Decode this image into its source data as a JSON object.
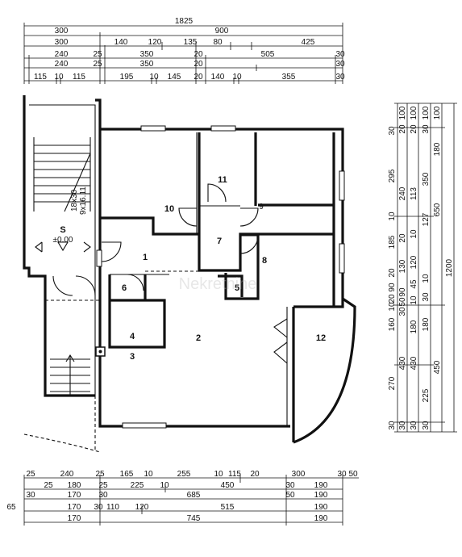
{
  "dimensions_top": {
    "row1": [
      "1825"
    ],
    "row2": [
      "300",
      "900"
    ],
    "row3": [
      "300",
      "140",
      "120",
      "135",
      "80",
      "425"
    ],
    "row4": [
      "240",
      "25",
      "350",
      "20",
      "505",
      "30"
    ],
    "row5": [
      "240",
      "25",
      "350",
      "20",
      "30"
    ],
    "row6": [
      "115",
      "10",
      "115",
      "195",
      "10",
      "145",
      "20",
      "140",
      "10",
      "355",
      "30"
    ]
  },
  "dimensions_bottom": {
    "row1": [
      "25",
      "240",
      "25",
      "165",
      "10",
      "255",
      "10",
      "115",
      "20",
      "300",
      "30",
      "50"
    ],
    "row2": [
      "25",
      "180",
      "25",
      "225",
      "10",
      "450",
      "30",
      "190"
    ],
    "row3": [
      "30",
      "170",
      "30",
      "685",
      "50",
      "190"
    ],
    "row4": [
      "65",
      "170",
      "30",
      "110",
      "120",
      "515",
      "190"
    ],
    "row5": [
      "170",
      "745",
      "190"
    ]
  },
  "dimensions_right": {
    "col1": [
      "30",
      "295",
      "10",
      "185",
      "20",
      "90",
      "20",
      "10",
      "160",
      "270",
      "30"
    ],
    "col2": [
      "100",
      "20",
      "240",
      "20",
      "130",
      "90",
      "50",
      "30",
      "430",
      "30"
    ],
    "col3": [
      "100",
      "20",
      "113",
      "10",
      "120",
      "45",
      "10",
      "180",
      "430",
      "30"
    ],
    "col4": [
      "100",
      "30",
      "350",
      "127",
      "10",
      "30",
      "180",
      "225",
      "30"
    ],
    "col5": [
      "100",
      "180",
      "650",
      "450"
    ],
    "col6": [
      "1200"
    ]
  },
  "rooms": {
    "r1": "1",
    "r2": "2",
    "r3": "3",
    "r4": "4",
    "r5": "5",
    "r6": "6",
    "r7": "7",
    "r8": "8",
    "r10": "10",
    "r11": "11",
    "r12": "12"
  },
  "stair": {
    "label": "S",
    "level": "±0.00",
    "spec1": "18x30",
    "spec2": "9x16.11",
    "marker": "9"
  },
  "watermark": "Nekretnine"
}
